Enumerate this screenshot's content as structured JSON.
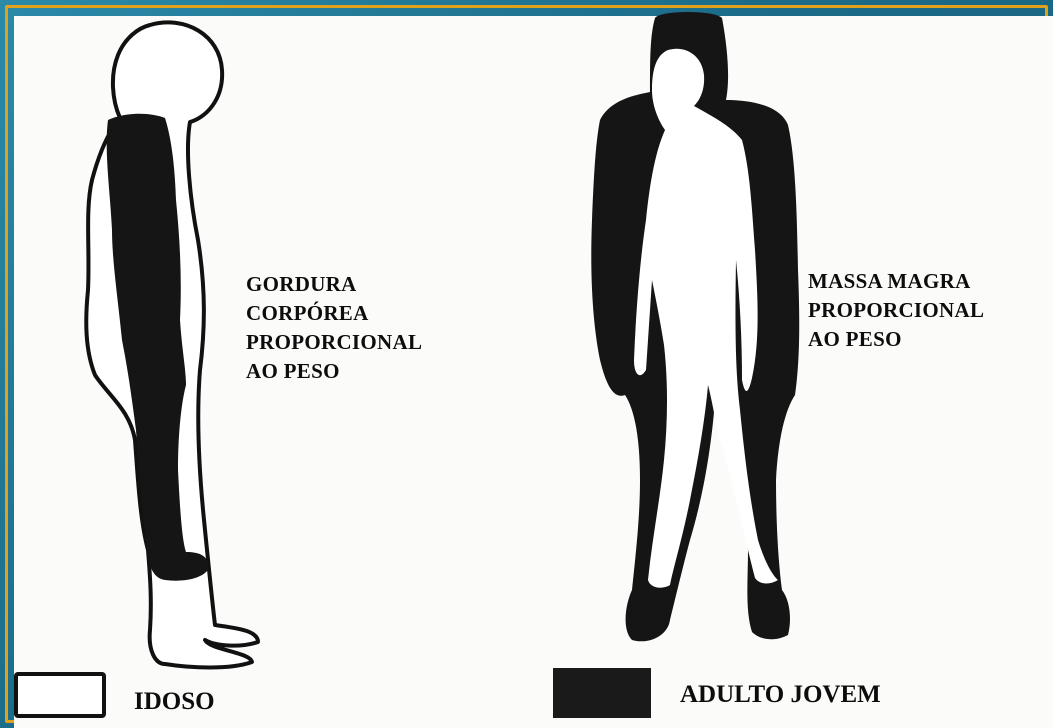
{
  "left_label": [
    "GORDURA",
    "CORPÓREA",
    "PROPORCIONAL",
    "AO PESO"
  ],
  "right_label": [
    "MASSA MAGRA",
    "PROPORCIONAL",
    "AO PESO"
  ],
  "legend": {
    "outline_label": "IDOSO",
    "filled_label": "ADULTO JOVEM"
  },
  "colors": {
    "frame": "#1f6f8b",
    "border": "#e0a21a",
    "paper": "#fbfbf9",
    "ink": "#111111"
  }
}
